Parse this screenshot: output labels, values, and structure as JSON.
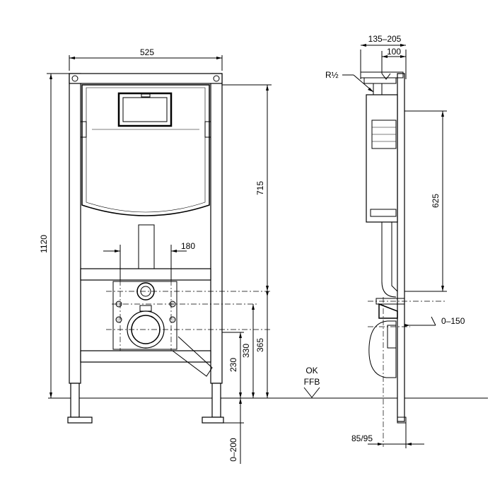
{
  "front_view": {
    "width_label": "525",
    "height_label": "1120",
    "cistern_height_label": "715",
    "pipe_spacing_label": "180",
    "outlet_height_label": "365",
    "inlet_height_label": "330",
    "bolt_height_label": "230",
    "floor_adjust_label": "0–200"
  },
  "side_view": {
    "depth_range_label": "135–205",
    "depth_label": "100",
    "thread_label": "R½",
    "cistern_label": "625",
    "offset_label": "0–150",
    "foot_label": "85/95"
  },
  "floor_marker": {
    "line1": "OK",
    "line2": "FFB"
  }
}
